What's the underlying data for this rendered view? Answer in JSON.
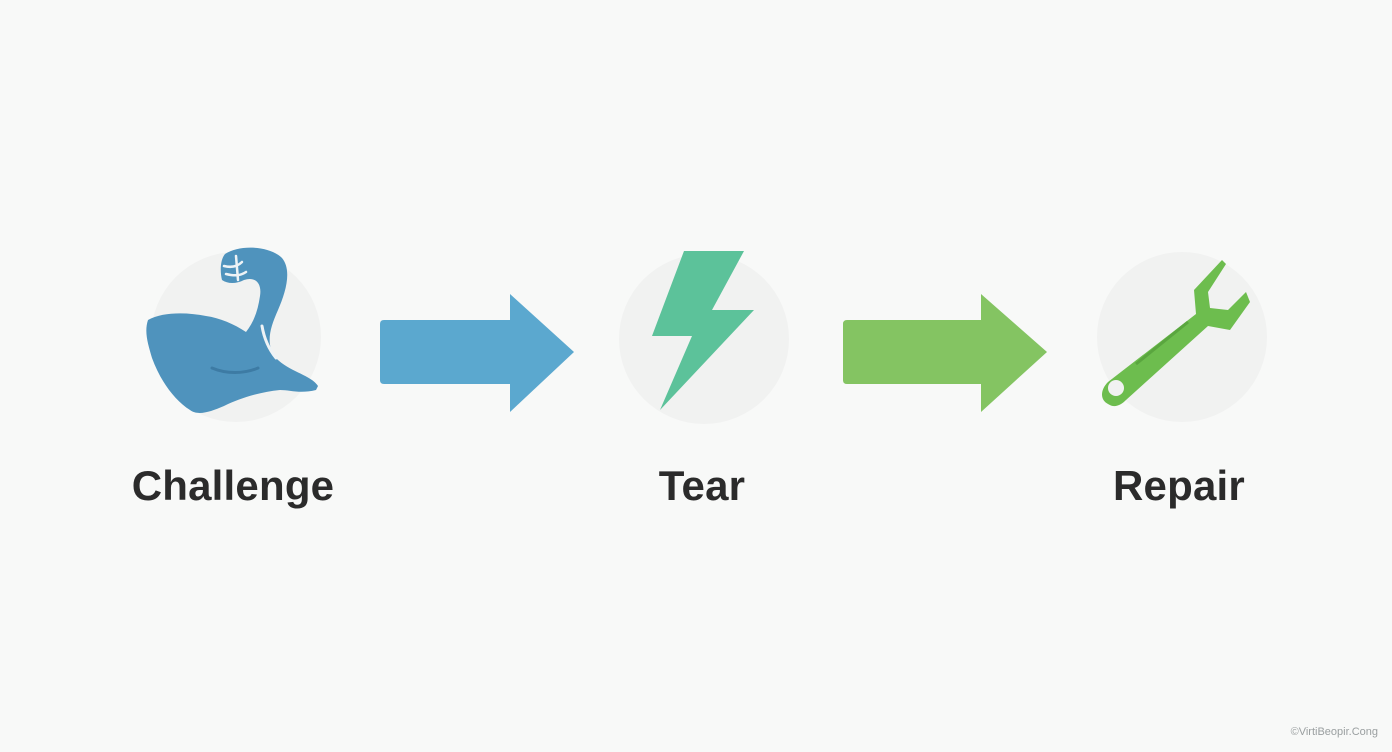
{
  "steps": [
    {
      "label": "Challenge",
      "icon": "flexed-bicep-icon",
      "color": "#4f93bd"
    },
    {
      "label": "Tear",
      "icon": "lightning-bolt-icon",
      "color": "#5cc29a"
    },
    {
      "label": "Repair",
      "icon": "wrench-icon",
      "color": "#6dbd4e"
    }
  ],
  "arrows": [
    {
      "icon": "right-arrow-icon",
      "color": "#5ba8cf"
    },
    {
      "icon": "right-arrow-icon",
      "color": "#84c462"
    }
  ],
  "credit": "©VirtiBeopir.Cong"
}
